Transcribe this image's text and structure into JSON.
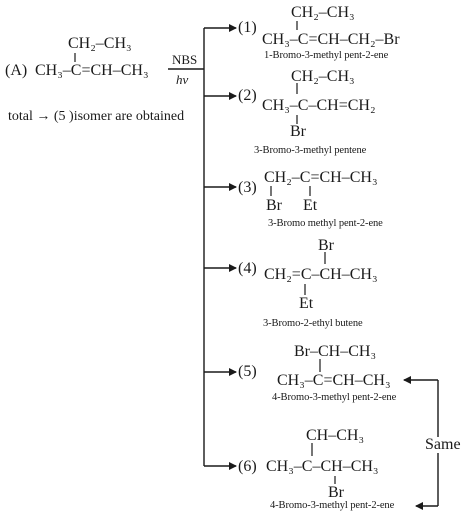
{
  "reactant": {
    "label": "(A)",
    "branch": "CH₂–CH₃",
    "main_chain": "CH₃–C=CH–CH₃"
  },
  "reagent": {
    "top": "NBS",
    "bottom": "hv"
  },
  "summary": "total → (5 )isomer are obtained",
  "products": [
    {
      "index": "(1)",
      "line1": "CH₂–CH₃",
      "line2": "CH₃–C=CH–CH₂–Br",
      "name": "1-Bromo-3-methyl pent-2-ene"
    },
    {
      "index": "(2)",
      "line1": "CH₂–CH₃",
      "line2": "CH₃–C–CH=CH₂",
      "line3": "Br",
      "name": "3-Bromo-3-methyl pentene"
    },
    {
      "index": "(3)",
      "line1": "CH₂–C=CH–CH₃",
      "line2a": "Br",
      "line2b": "Et",
      "name": "3-Bromo methyl pent-2-ene"
    },
    {
      "index": "(4)",
      "line1": "Br",
      "line2": "CH₂=C–CH–CH₃",
      "line3": "Et",
      "name": "3-Bromo-2-ethyl butene"
    },
    {
      "index": "(5)",
      "line1": "Br–CH–CH₃",
      "line2": "CH₃–C=CH–CH₃",
      "name": "4-Bromo-3-methyl pent-2-ene"
    },
    {
      "index": "(6)",
      "line1": "CH–CH₃",
      "line2": "CH₃–C–CH–CH₃",
      "line3": "Br",
      "name": "4-Bromo-3-methyl pent-2-ene"
    }
  ],
  "same_label": "Same"
}
